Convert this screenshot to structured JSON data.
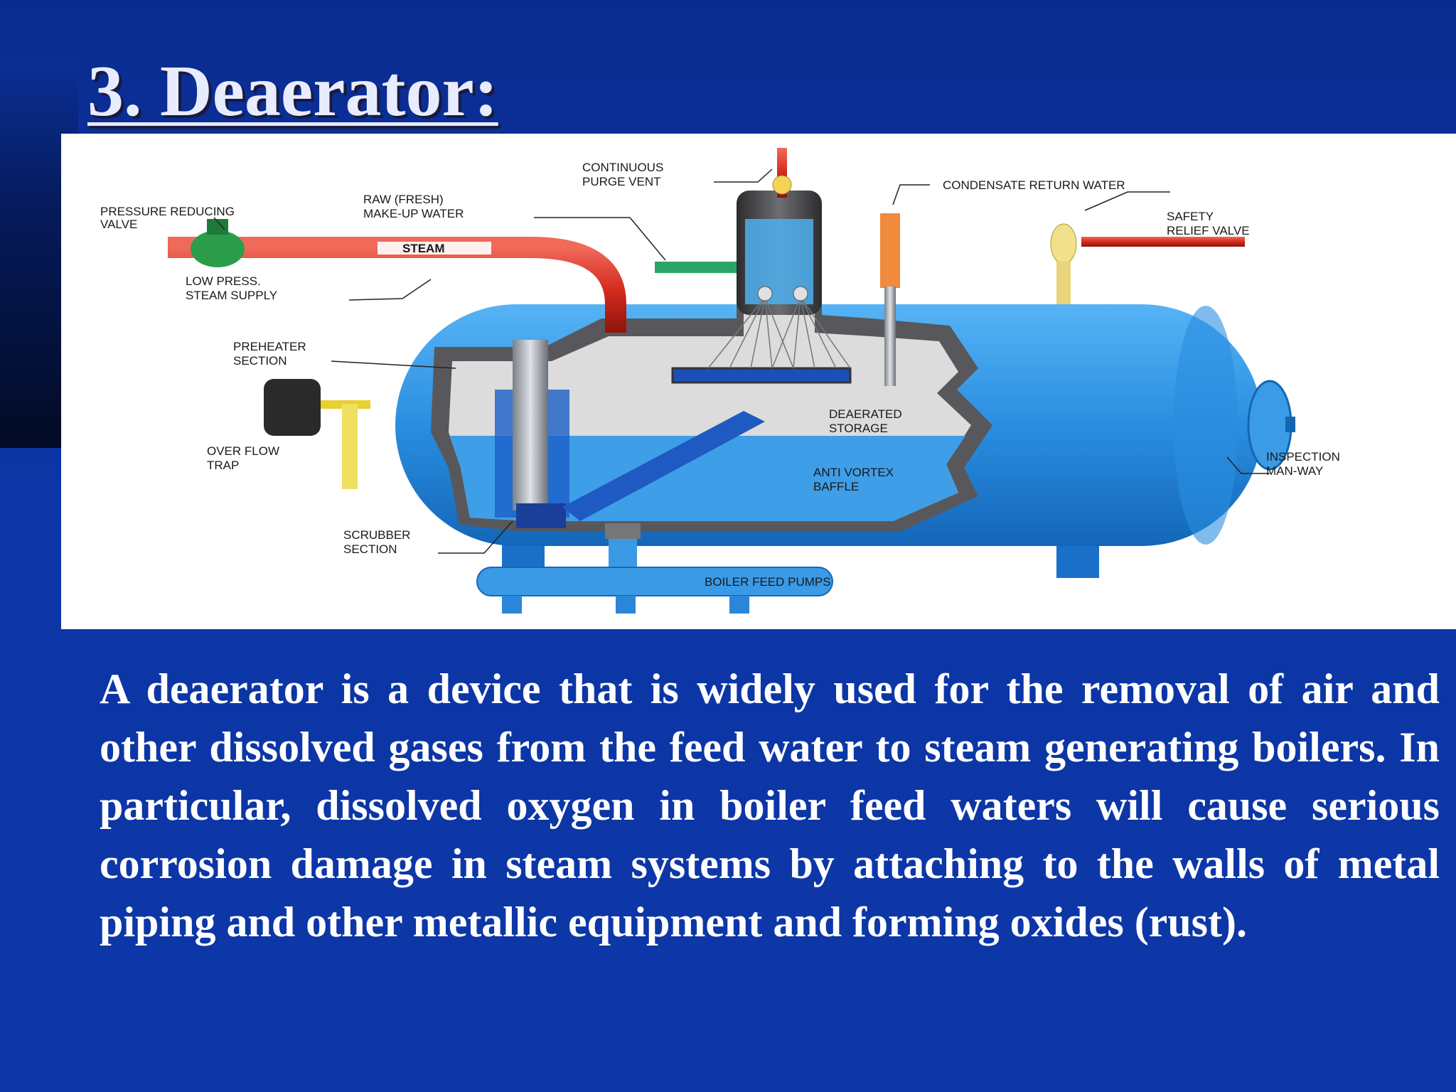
{
  "slide": {
    "title": "3. Deaerator:",
    "body": "A deaerator is a device that is widely used for the removal of air and other dissolved gases from the feed water to steam generating boilers. In particular, dissolved oxygen in boiler feed waters will cause serious corrosion damage in steam systems by attaching to the walls of metal piping and other metallic equipment and forming oxides (rust)."
  },
  "diagram": {
    "labels": {
      "continuous_purge_vent": [
        "CONTINUOUS",
        "PURGE VENT"
      ],
      "condensate_return_water": [
        "CONDENSATE RETURN WATER"
      ],
      "pressure_reducing_valve": [
        "PRESSURE REDUCING",
        "VALVE"
      ],
      "raw_makeup_water": [
        "RAW (FRESH)",
        "MAKE-UP WATER"
      ],
      "safety_relief_valve": [
        "SAFETY",
        "RELIEF VALVE"
      ],
      "steam": [
        "STEAM"
      ],
      "low_press_steam_supply": [
        "LOW PRESS.",
        "STEAM SUPPLY"
      ],
      "preheater_section": [
        "PREHEATER",
        "SECTION"
      ],
      "deaerated_storage": [
        "DEAERATED",
        "STORAGE"
      ],
      "over_flow_trap": [
        "OVER FLOW",
        "TRAP"
      ],
      "inspection_man_way": [
        "INSPECTION",
        "MAN-WAY"
      ],
      "anti_vortex_baffle": [
        "ANTI VORTEX",
        "BAFFLE"
      ],
      "scrubber_section": [
        "SCRUBBER",
        "SECTION"
      ],
      "boiler_feed_pumps": [
        "BOILER FEED PUMPS"
      ]
    }
  },
  "colors": {
    "background": "#0c34a0",
    "title": "#e8ecff",
    "tank": "#2a8ee0",
    "water": "#3f9ee8",
    "steam_pipe": "#d42a1e"
  }
}
